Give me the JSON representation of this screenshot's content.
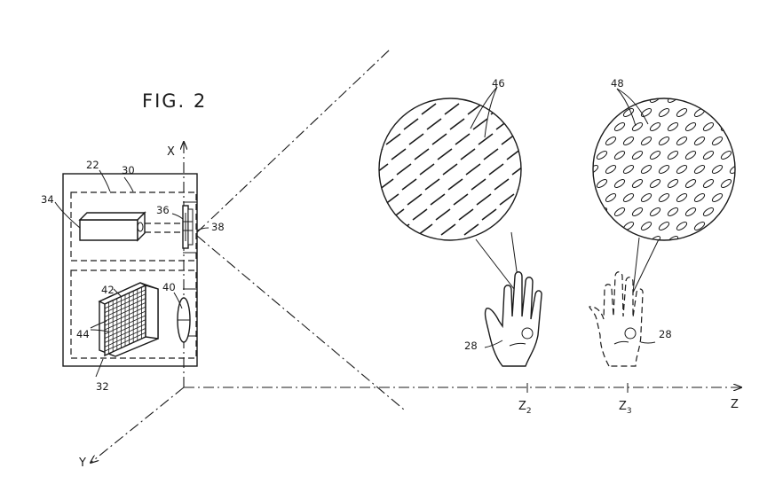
{
  "figure": {
    "title": "FIG. 2",
    "axes": {
      "x": "X",
      "y": "Y",
      "z": "Z"
    },
    "z_positions": [
      {
        "base": "Z",
        "sub": "2"
      },
      {
        "base": "Z",
        "sub": "3"
      }
    ],
    "reference_numerals": {
      "housing": "22",
      "upper_compartment": "30",
      "lower_compartment": "32",
      "light_source": "34",
      "element_36": "36",
      "element_38": "38",
      "lens": "40",
      "sensor_array": "42",
      "sensor_elements": "44",
      "line_pattern": "46",
      "ellipse_pattern": "48",
      "hand": "28"
    }
  }
}
